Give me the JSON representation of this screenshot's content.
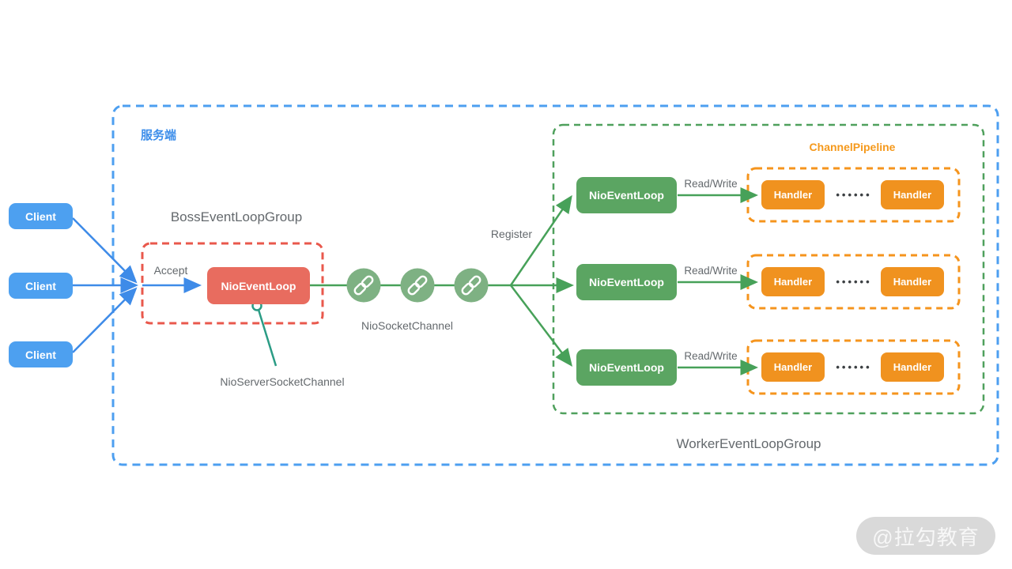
{
  "server_box": {
    "label": "服务端"
  },
  "clients": [
    {
      "label": "Client"
    },
    {
      "label": "Client"
    },
    {
      "label": "Client"
    }
  ],
  "boss_group": {
    "title": "BossEventLoopGroup",
    "accept_label": "Accept",
    "eventloop_label": "NioEventLoop",
    "server_socket_channel_label": "NioServerSocketChannel"
  },
  "channel": {
    "label": "NioSocketChannel",
    "register_label": "Register"
  },
  "worker_group": {
    "title": "WorkerEventLoopGroup",
    "pipeline_label": "ChannelPipeline",
    "rows": [
      {
        "eventloop_label": "NioEventLoop",
        "rw_label": "Read/Write",
        "handler1": "Handler",
        "dots": "••••••",
        "handler2": "Handler"
      },
      {
        "eventloop_label": "NioEventLoop",
        "rw_label": "Read/Write",
        "handler1": "Handler",
        "dots": "••••••",
        "handler2": "Handler"
      },
      {
        "eventloop_label": "NioEventLoop",
        "rw_label": "Read/Write",
        "handler1": "Handler",
        "dots": "••••••",
        "handler2": "Handler"
      }
    ]
  },
  "watermark": {
    "text": "@拉勾教育"
  },
  "colors": {
    "client_blue": "#4DA0F0",
    "blue_dashed": "#4D9FF0",
    "blue_arrow": "#3E8BE8",
    "red_fill": "#E86C5F",
    "red_dashed": "#E9584C",
    "green_fill": "#5BA562",
    "green_dashed": "#4FA05C",
    "green_arrow": "#47A159",
    "chain_circle": "#7EB183",
    "teal_line": "#2B9C85",
    "orange_fill": "#F0921F",
    "orange_dashed": "#F5941D",
    "gray_text": "#64696D"
  }
}
